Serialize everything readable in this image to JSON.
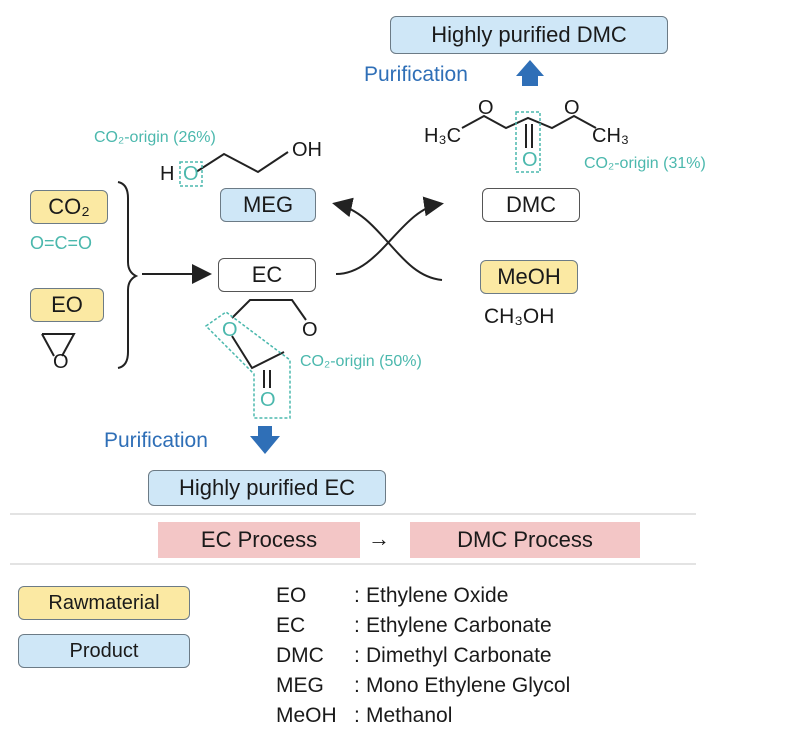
{
  "top_product": "Highly purified DMC",
  "purification_top": "Purification",
  "purification_bottom": "Purification",
  "bottom_product": "Highly purified EC",
  "meg_origin": "CO₂-origin (26%)",
  "dmc_origin": "CO₂-origin (31%)",
  "ec_origin": "CO₂-origin (50%)",
  "boxes": {
    "co2": "CO₂",
    "eo": "EO",
    "meg": "MEG",
    "ec": "EC",
    "dmc": "DMC",
    "meoh": "MeOH"
  },
  "formulas": {
    "co2": "O=C=O",
    "meoh": "CH₃OH",
    "meg_h": "H",
    "meg_o": "O",
    "meg_oh": "OH",
    "dmc_h3c": "H₃C",
    "dmc_ch3": "CH₃",
    "dmc_o_left": "O",
    "dmc_o_right": "O",
    "dmc_o_bottom": "O",
    "eo_o": "O",
    "ec_o_left": "O",
    "ec_o_right": "O",
    "ec_o_bottom": "O"
  },
  "process": {
    "ec": "EC Process",
    "arrow": "→",
    "dmc": "DMC Process"
  },
  "legend_boxes": {
    "raw": "Rawmaterial",
    "product": "Product"
  },
  "legend": [
    {
      "abbr": "EO",
      "colon": ":",
      "desc": "Ethylene Oxide"
    },
    {
      "abbr": "EC",
      "colon": ":",
      "desc": "Ethylene Carbonate"
    },
    {
      "abbr": "DMC",
      "colon": ":",
      "desc": "Dimethyl Carbonate"
    },
    {
      "abbr": "MEG",
      "colon": ":",
      "desc": "Mono Ethylene Glycol"
    },
    {
      "abbr": "MeOH",
      "colon": ":",
      "desc": "Methanol"
    }
  ],
  "colors": {
    "product_fill": "#cfe7f7",
    "raw_fill": "#fbe9a3",
    "process_fill": "#f3c6c6",
    "teal": "#4bb8ad",
    "blue": "#2f6fb7"
  }
}
